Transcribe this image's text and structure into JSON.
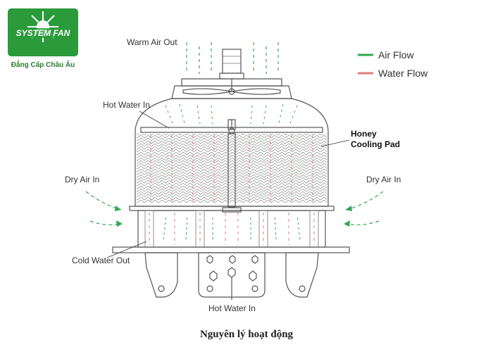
{
  "logo": {
    "brand_text": "SYSTEM FAN",
    "tagline": "Đẳng Cấp Châu Âu",
    "color": "#2a9a3a"
  },
  "legend": [
    {
      "label": "Air Flow",
      "color": "#2fa84f"
    },
    {
      "label": "Water Flow",
      "color": "#e07a7a"
    }
  ],
  "labels": {
    "warm_air_out": "Warm Air Out",
    "hot_water_in_top": "Hot Water In",
    "honey_line1": "Honey",
    "honey_line2": "Cooling Pad",
    "dry_air_in_left": "Dry Air In",
    "dry_air_in_right": "Dry Air In",
    "cold_water_out": "Cold Water Out",
    "hot_water_in_bottom": "Hot Water In"
  },
  "caption": "Nguyên lý hoạt động",
  "colors": {
    "air": "#2fa84f",
    "water": "#e07a7a",
    "outline": "#555555"
  }
}
